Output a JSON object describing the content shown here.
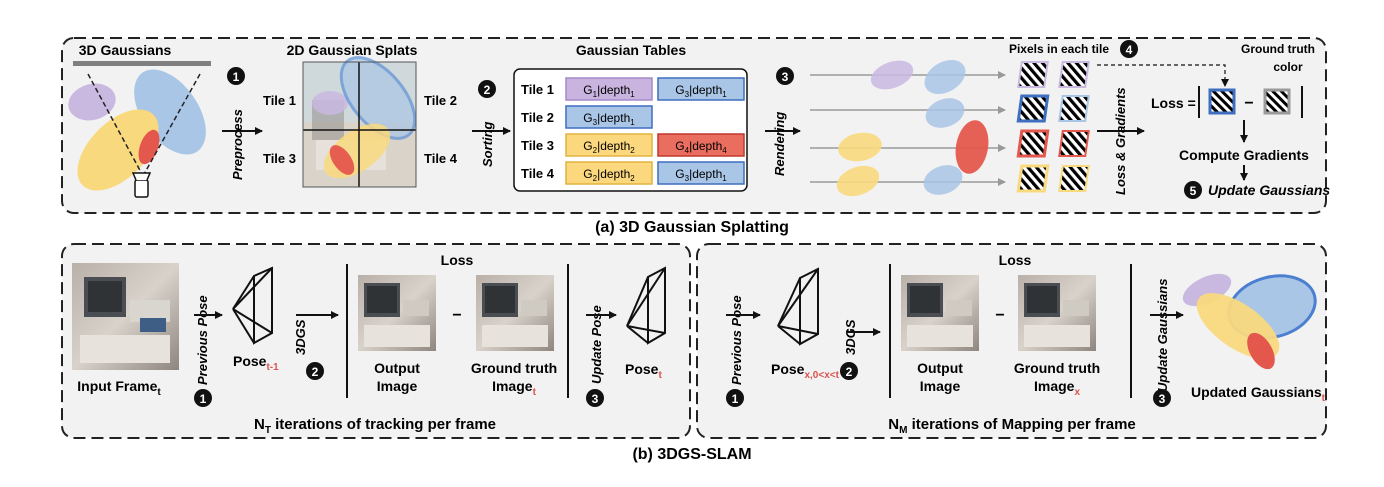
{
  "part_a": {
    "caption": "(a) 3D Gaussian Splatting",
    "gaussians_title": "3D Gaussians",
    "splats_title": "2D Gaussian Splats",
    "tables_title": "Gaussian Tables",
    "pixels_title": "Pixels in each tile",
    "ground_truth_label_1": "Ground truth",
    "ground_truth_label_2": "color",
    "preprocess": "Preprocess",
    "sorting": "Sorting",
    "rendering": "Rendering",
    "loss_gradients": "Loss & Gradients",
    "loss": "Loss =",
    "minus": "−",
    "compute_gradients": "Compute Gradients",
    "update_gaussians": "Update Gaussians",
    "steps": [
      "1",
      "2",
      "3",
      "4",
      "5"
    ],
    "tiles": [
      "Tile 1",
      "Tile 2",
      "Tile 3",
      "Tile 4"
    ],
    "table_rows": [
      {
        "tile": "Tile 1",
        "cells": [
          {
            "g": "G",
            "sub": "1",
            "d": "|depth",
            "dsub": "1",
            "color": "#c8b4de"
          },
          {
            "g": "G",
            "sub": "3",
            "d": "|depth",
            "dsub": "1",
            "color": "#a9c6e6"
          }
        ]
      },
      {
        "tile": "Tile 2",
        "cells": [
          {
            "g": "G",
            "sub": "3",
            "d": "|depth",
            "dsub": "1",
            "color": "#a9c6e6"
          }
        ]
      },
      {
        "tile": "Tile 3",
        "cells": [
          {
            "g": "G",
            "sub": "2",
            "d": "|depth",
            "dsub": "2",
            "color": "#fbd77d"
          },
          {
            "g": "G",
            "sub": "4",
            "d": "|depth",
            "dsub": "4",
            "color": "#ea6e5f"
          }
        ]
      },
      {
        "tile": "Tile 4",
        "cells": [
          {
            "g": "G",
            "sub": "2",
            "d": "|depth",
            "dsub": "2",
            "color": "#fbd77d"
          },
          {
            "g": "G",
            "sub": "3",
            "d": "|depth",
            "dsub": "1",
            "color": "#a9c6e6"
          }
        ]
      }
    ],
    "colors": {
      "purple": "#c9b9e0",
      "blue": "#a9c6e6",
      "yellow": "#f9d97e",
      "red": "#e4574c",
      "dark_blue": "#3f6fbf",
      "gray": "#9a9a9a"
    }
  },
  "part_b": {
    "caption": "(b) 3DGS-SLAM",
    "tracking": {
      "input_frame": "Input Frame",
      "input_frame_sub": "t",
      "previous_pose": "Previous Pose",
      "pose": "Pose",
      "pose_sub": "t-1",
      "three_dgs": "3DGS",
      "loss_title": "Loss",
      "output_image_1": "Output",
      "output_image_2": "Image",
      "ground_truth_1": "Ground truth",
      "ground_truth_2": "Image",
      "ground_truth_sub": "t",
      "minus": "−",
      "update_pose": "Update Pose",
      "pose_out": "Pose",
      "pose_out_sub": "t",
      "footer": "iterations of tracking per frame",
      "footer_n": "N",
      "footer_sub": "T"
    },
    "mapping": {
      "previous_pose": "Previous Pose",
      "pose": "Pose",
      "pose_sub": "x,0<x<t",
      "three_dgs": "3DGS",
      "loss_title": "Loss",
      "output_image_1": "Output",
      "output_image_2": "Image",
      "ground_truth_1": "Ground truth",
      "ground_truth_2": "Image",
      "ground_truth_sub": "x",
      "minus": "−",
      "update_gaussians": "Update Gaussians",
      "updated_gaussians": "Updated Gaussians",
      "updated_gaussians_sub": "t",
      "footer": "iterations of Mapping per frame",
      "footer_n": "N",
      "footer_sub": "M"
    },
    "steps": [
      "1",
      "2",
      "3"
    ],
    "accent_red": "#d9534f"
  }
}
